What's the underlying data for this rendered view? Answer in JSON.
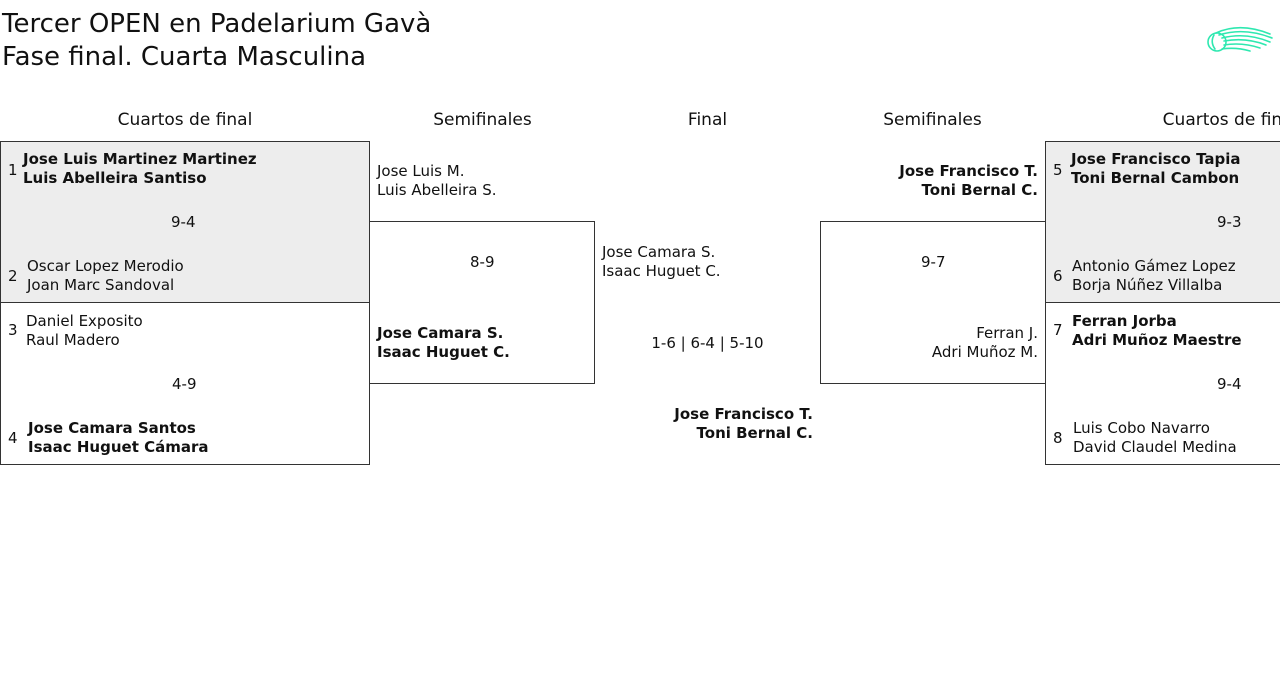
{
  "header": {
    "title_line1": "Tercer OPEN en Padelarium Gavà",
    "title_line2": "Fase final. Cuarta Masculina",
    "logo_icon": "padel-ball-logo-icon",
    "logo_color": "#2ee8b0"
  },
  "columns": {
    "qf_left": "Cuartos de final",
    "sf_left": "Semifinales",
    "final": "Final",
    "sf_right": "Semifinales",
    "qf_right": "Cuartos de final"
  },
  "quarterfinals_left": [
    {
      "seed_a": "1",
      "team_a_p1": "Jose Luis Martinez Martinez",
      "team_a_p2": "Luis Abelleira Santiso",
      "score": "9-4",
      "seed_b": "2",
      "team_b_p1": "Oscar Lopez Merodio",
      "team_b_p2": "Joan Marc Sandoval"
    },
    {
      "seed_a": "3",
      "team_a_p1": "Daniel Exposito",
      "team_a_p2": "Raul Madero",
      "score": "4-9",
      "seed_b": "4",
      "team_b_p1": "Jose Camara Santos",
      "team_b_p2": "Isaac Huguet Cámara"
    }
  ],
  "semifinal_left": {
    "team_a_p1": "Jose Luis M.",
    "team_a_p2": "Luis Abelleira S.",
    "score": "8-9",
    "team_b_p1": "Jose Camara S.",
    "team_b_p2": "Isaac Huguet C."
  },
  "final": {
    "team_a_p1": "Jose Camara S.",
    "team_a_p2": "Isaac Huguet C.",
    "score": "1-6 | 6-4 | 5-10",
    "team_b_p1": "Jose Francisco T.",
    "team_b_p2": "Toni Bernal C."
  },
  "semifinal_right": {
    "team_a_p1": "Jose Francisco T.",
    "team_a_p2": "Toni Bernal C.",
    "score": "9-7",
    "team_b_p1": "Ferran J.",
    "team_b_p2": "Adri Muñoz M."
  },
  "quarterfinals_right": [
    {
      "seed_a": "5",
      "team_a_p1": "Jose Francisco Tapia",
      "team_a_p2": "Toni Bernal Cambon",
      "score": "9-3",
      "seed_b": "6",
      "team_b_p1": "Antonio Gámez Lopez",
      "team_b_p2": "Borja Núñez Villalba"
    },
    {
      "seed_a": "7",
      "team_a_p1": "Ferran Jorba",
      "team_a_p2": "Adri Muñoz Maestre",
      "score": "9-4",
      "seed_b": "8",
      "team_b_p1": "Luis Cobo Navarro",
      "team_b_p2": "David Claudel Medina"
    }
  ]
}
